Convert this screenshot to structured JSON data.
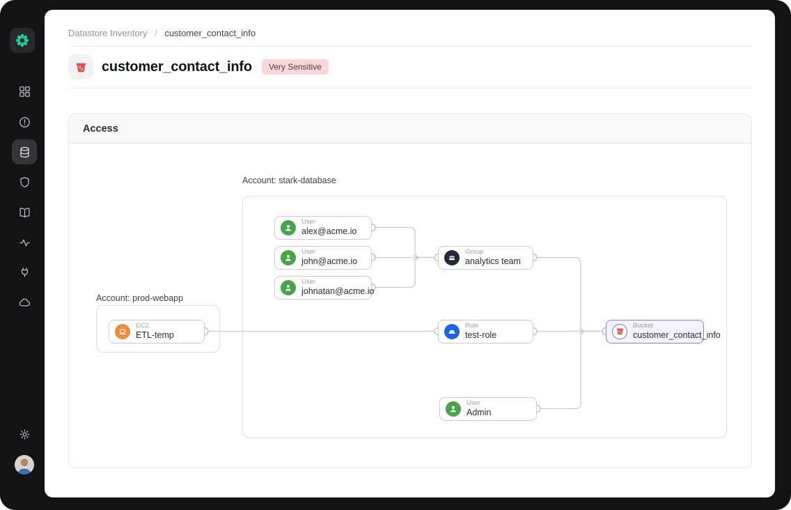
{
  "colors": {
    "frame": "#131315",
    "accent_green": "#1bd796",
    "panel": "#ffffff",
    "badge_bg": "#fbd7d7",
    "badge_text": "#473b3d",
    "user_green": "#47a44b",
    "group_navy": "#23273c",
    "role_blue": "#1b66de",
    "ec2_orange": "#f08a3c",
    "bucket_red": "#df5450",
    "highlight_purple": "#8b7cf0",
    "highlight_bg": "#f5f2ff",
    "edge_gray": "#c9cdd3"
  },
  "sidebar": {
    "icons": [
      "logo",
      "dashboard",
      "alerts",
      "datastores",
      "security",
      "docs",
      "activity",
      "integrations",
      "cloud",
      "settings",
      "avatar"
    ],
    "active": "datastores"
  },
  "breadcrumb": {
    "parent": "Datastore Inventory",
    "separator": "/",
    "current": "customer_contact_info"
  },
  "header": {
    "title": "customer_contact_info",
    "badge": "Very Sensitive",
    "icon": "bucket-icon"
  },
  "access_panel": {
    "title": "Access"
  },
  "diagram": {
    "accounts": {
      "prod": {
        "label": "Account: prod-webapp"
      },
      "stark": {
        "label": "Account: stark-database"
      }
    },
    "nodes": {
      "ec2": {
        "type": "EC2",
        "name": "ETL-temp"
      },
      "alex": {
        "type": "User",
        "name": "alex@acme.io"
      },
      "john": {
        "type": "User",
        "name": "john@acme.io"
      },
      "johnatan": {
        "type": "User",
        "name": "johnatan@acme.io"
      },
      "group": {
        "type": "Group",
        "name": "analytics team"
      },
      "role": {
        "type": "Role",
        "name": "test-role"
      },
      "admin": {
        "type": "User",
        "name": "Admin"
      },
      "bucket": {
        "type": "Bucket",
        "name": "customer_contact_info",
        "highlighted": true
      }
    },
    "edges": [
      {
        "from": "alex",
        "to": "group"
      },
      {
        "from": "john",
        "to": "group"
      },
      {
        "from": "johnatan",
        "to": "group"
      },
      {
        "from": "ec2",
        "to": "role"
      },
      {
        "from": "group",
        "to": "bucket"
      },
      {
        "from": "role",
        "to": "bucket"
      },
      {
        "from": "admin",
        "to": "bucket"
      }
    ]
  }
}
